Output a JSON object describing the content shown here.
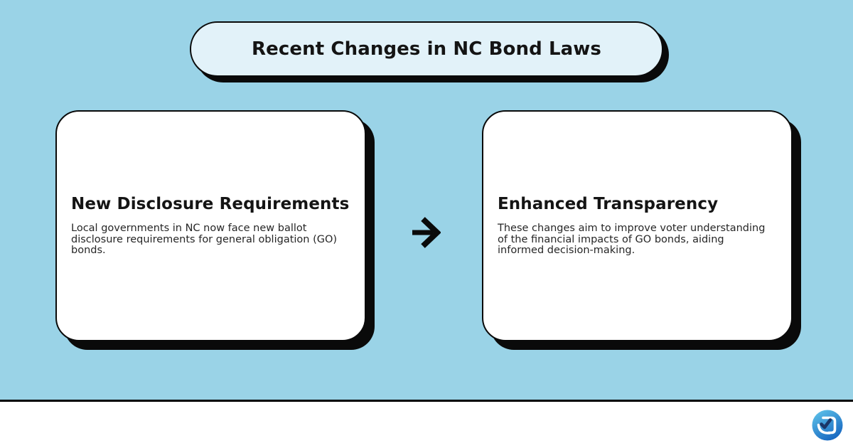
{
  "page": {
    "title": "Recent Changes in NC Bond Laws"
  },
  "cards": [
    {
      "heading": "New Disclosure Requirements",
      "body": "Local governments in NC now face new ballot\ndisclosure requirements for general obligation (GO)\nbonds."
    },
    {
      "heading": "Enhanced Transparency",
      "body": "These changes aim to improve voter understanding\nof the financial impacts of GO bonds, aiding\ninformed decision-making."
    }
  ],
  "icons": {
    "arrow": "arrow-right-icon",
    "footer_logo": "check-document-logo-icon"
  },
  "colors": {
    "background": "#9ad3e7",
    "pill_fill": "#e2f2f9",
    "card_fill": "#ffffff",
    "outline": "#0a0a0a",
    "heading_text": "#141414",
    "body_text": "#262626",
    "footer_bg": "#ffffff",
    "logo_gradient_start": "#5fc4ea",
    "logo_gradient_end": "#1565c0",
    "logo_check": "#1b3668"
  }
}
